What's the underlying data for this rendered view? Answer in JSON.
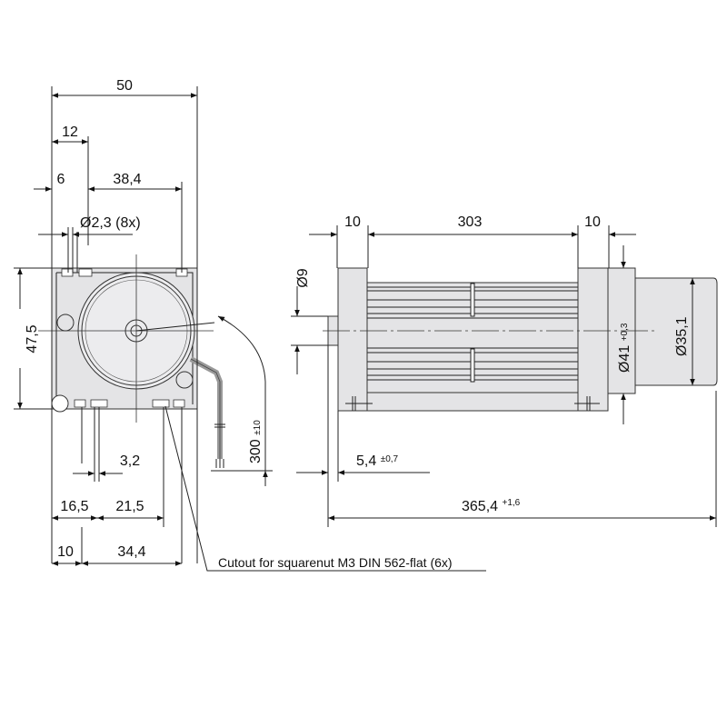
{
  "front_view": {
    "width_total": "50",
    "offset_12": "12",
    "offset_6": "6",
    "hole_spacing": "38,4",
    "hole_diameter": "Ø2,3 (8x)",
    "height": "47,5",
    "slot_width": "3,2",
    "bottom_16_5": "16,5",
    "bottom_21_5": "21,5",
    "bottom_10": "10",
    "bottom_34_4": "34,4",
    "cable_length": "300",
    "cable_tolerance": "±10",
    "cutout_note": "Cutout for squarenut M3 DIN 562-flat (6x)"
  },
  "side_view": {
    "flange_left": "10",
    "rotor_length": "303",
    "flange_right": "10",
    "shaft_diameter": "Ø9",
    "flange_diameter": "Ø41",
    "flange_tolerance": "+0,3",
    "motor_diameter": "Ø35,1",
    "shaft_length": "5,4",
    "shaft_tolerance": "±0,7",
    "overall_length": "365,4",
    "overall_tolerance": "+1,6"
  },
  "colors": {
    "body": "#e4e4e6",
    "line": "#222222"
  }
}
